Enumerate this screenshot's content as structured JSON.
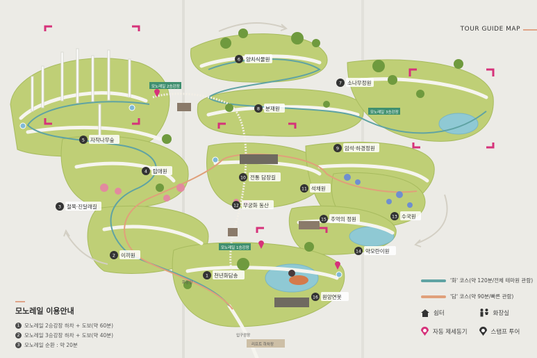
{
  "map": {
    "header": "TOUR GUIDE MAP",
    "spots": [
      {
        "num": "1",
        "name": "천년화담송"
      },
      {
        "num": "2",
        "name": "이끼원"
      },
      {
        "num": "3",
        "name": "철쭉·진달래길"
      },
      {
        "num": "4",
        "name": "탑애원"
      },
      {
        "num": "5",
        "name": "자작나무숲"
      },
      {
        "num": "6",
        "name": "양치식물원"
      },
      {
        "num": "7",
        "name": "소나무정원"
      },
      {
        "num": "8",
        "name": "분재원"
      },
      {
        "num": "9",
        "name": "암석·하경정원"
      },
      {
        "num": "10",
        "name": "전통 담장길"
      },
      {
        "num": "11",
        "name": "석채원"
      },
      {
        "num": "12",
        "name": "무궁화 동산"
      },
      {
        "num": "13",
        "name": "수국원"
      },
      {
        "num": "14",
        "name": "약모란이원"
      },
      {
        "num": "15",
        "name": "추억의 정원"
      },
      {
        "num": "16",
        "name": "원앙연못"
      }
    ],
    "small_labels": {
      "monorail_2": "모노레일 2승강장",
      "monorail_3": "모노레일 3승강장",
      "monorail_1": "모노레일 1승강장",
      "restroom_area": "화장실",
      "entrance": "입구광장",
      "exit": "리프트 하차장"
    }
  },
  "info": {
    "title": "모노레일 이용안내",
    "lines": [
      {
        "num": "1",
        "text": "모노레일 2승강장 하차 + 도보(약 60분)"
      },
      {
        "num": "2",
        "text": "모노레일 3승강장 하차 + 도보(약 40분)"
      },
      {
        "num": "3",
        "text": "모노레일 순환 : 약 20분"
      }
    ]
  },
  "legend": {
    "course_blue": "'화' 코스(약 120분/전체 테마원 관람)",
    "course_orange": "'담' 코스(약 90분/빠른 관람)",
    "shelter": "쉼터",
    "restroom": "화장실",
    "defibrillator": "자동 제세동기",
    "stamp": "스탬프 투어",
    "colors": {
      "blue_course": "#5fa3a3",
      "orange_course": "#e0a07a",
      "magenta": "#d6327a",
      "grass": "#b7c96c"
    }
  }
}
